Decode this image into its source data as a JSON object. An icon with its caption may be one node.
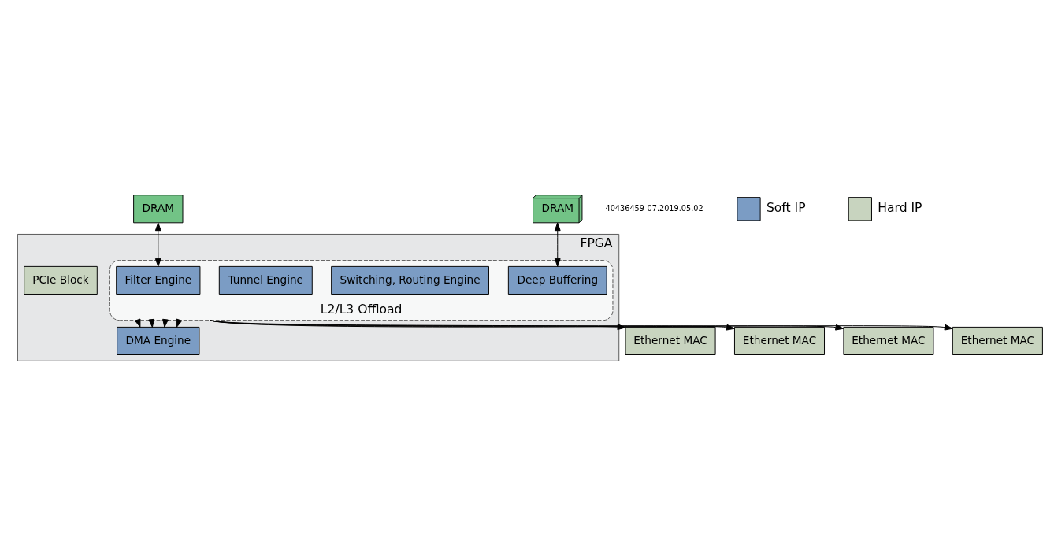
{
  "diagram": {
    "nodes": [
      {
        "text": [
          "FPGA"
        ]
      },
      {
        "text": [
          "L2/L3 Offload"
        ],
        "in": 0
      },
      {
        "text": [
          "Filter Engine"
        ],
        "in": 1
      },
      {
        "text": [
          "Switching, Routing Engine"
        ],
        "in": 1
      },
      {
        "text": [
          "Tunnel Engine"
        ],
        "in": 1
      },
      {
        "text": [
          "Deep Buffering"
        ],
        "in": 1
      },
      {
        "text": [
          "DMA Engine"
        ],
        "in": 0
      },
      {
        "text": [
          "PCIe Block"
        ],
        "in": 0
      },
      {
        "text": [
          "Ethernet MAC"
        ]
      },
      {
        "text": [
          "Ethernet MAC"
        ]
      },
      {
        "text": [
          "Ethernet MAC"
        ]
      },
      {
        "text": [
          "Ethernet MAC"
        ]
      },
      {
        "text": [
          "DRAM"
        ]
      },
      {
        "text": [
          "DRAM"
        ]
      }
    ],
    "edges": [
      {
        "from": 12,
        "to": 2,
        "arrow": "both"
      },
      {
        "from": 13,
        "to": 5,
        "arrow": "both"
      },
      {
        "from": 1,
        "to": 8,
        "arrow": "to"
      },
      {
        "from": 1,
        "to": 9,
        "arrow": "to"
      },
      {
        "from": 1,
        "to": 10,
        "arrow": "to"
      },
      {
        "from": 1,
        "to": 11,
        "arrow": "to"
      },
      {
        "from": 1,
        "to": 6,
        "arrow": "to"
      },
      {
        "from": 1,
        "to": 6,
        "arrow": "to"
      },
      {
        "from": 1,
        "to": 6,
        "arrow": "to"
      },
      {
        "from": 1,
        "to": 6,
        "arrow": "to"
      }
    ],
    "labels": [
      "40436459-07.2019.05.02"
    ],
    "legend": [
      {
        "text": "Soft IP",
        "color": "#7b9cc4"
      },
      {
        "text": "Hard IP",
        "color": "#c8d4bf"
      }
    ]
  }
}
